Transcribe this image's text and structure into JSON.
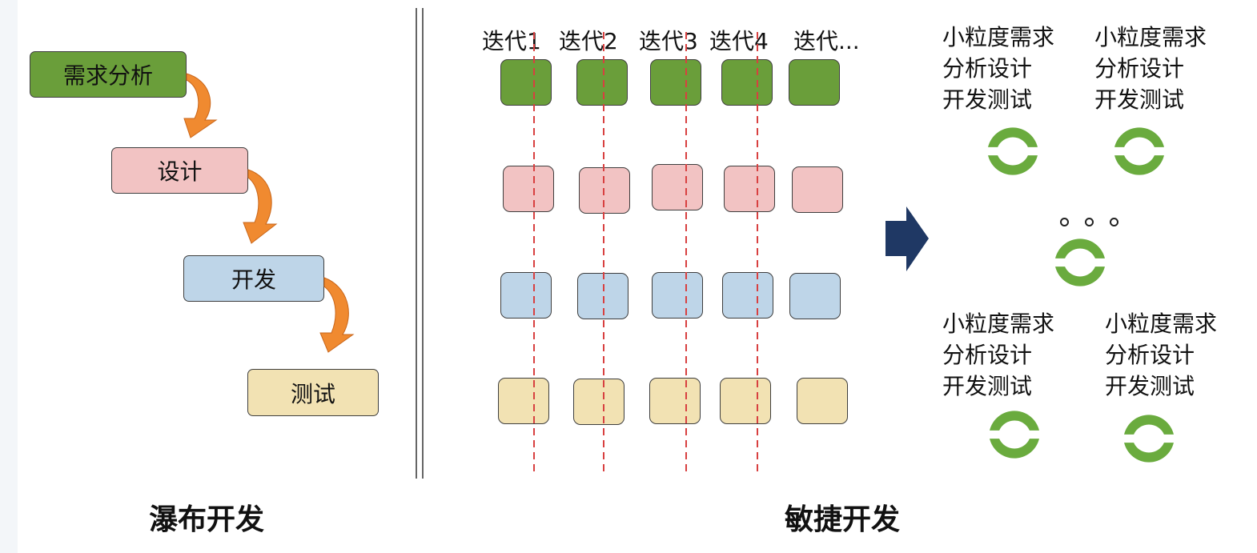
{
  "colors": {
    "requirement": "#6a9e3a",
    "design": "#f2c3c3",
    "develop": "#bed5e8",
    "test": "#f2e2b3",
    "arrow": "#f08a30",
    "divider": "#666666",
    "iteration_line": "#d84040",
    "big_arrow": "#1f3864",
    "cycle": "#6aab3e"
  },
  "waterfall": {
    "stages": [
      {
        "label": "需求分析",
        "color_key": "requirement"
      },
      {
        "label": "设计",
        "color_key": "design"
      },
      {
        "label": "开发",
        "color_key": "develop"
      },
      {
        "label": "测试",
        "color_key": "test"
      }
    ],
    "caption": "瀑布开发"
  },
  "agile": {
    "iterations": [
      "迭代1",
      "迭代2",
      "迭代3",
      "迭代4",
      "迭代..."
    ],
    "rows": [
      "requirement",
      "design",
      "develop",
      "test"
    ],
    "caption": "敏捷开发"
  },
  "result": {
    "groups": [
      {
        "line1": "小粒度需求",
        "line2": "分析设计",
        "line3": "开发测试",
        "icon": "refresh-cycle-icon"
      },
      {
        "line1": "小粒度需求",
        "line2": "分析设计",
        "line3": "开发测试",
        "icon": "refresh-cycle-icon"
      },
      {
        "line1": "小粒度需求",
        "line2": "分析设计",
        "line3": "开发测试",
        "icon": "refresh-cycle-icon"
      },
      {
        "line1": "小粒度需求",
        "line2": "分析设计",
        "line3": "开发测试",
        "icon": "refresh-cycle-icon"
      }
    ],
    "middle_icon": "refresh-cycle-icon",
    "ellipsis_icon": "three-dots-icon"
  }
}
